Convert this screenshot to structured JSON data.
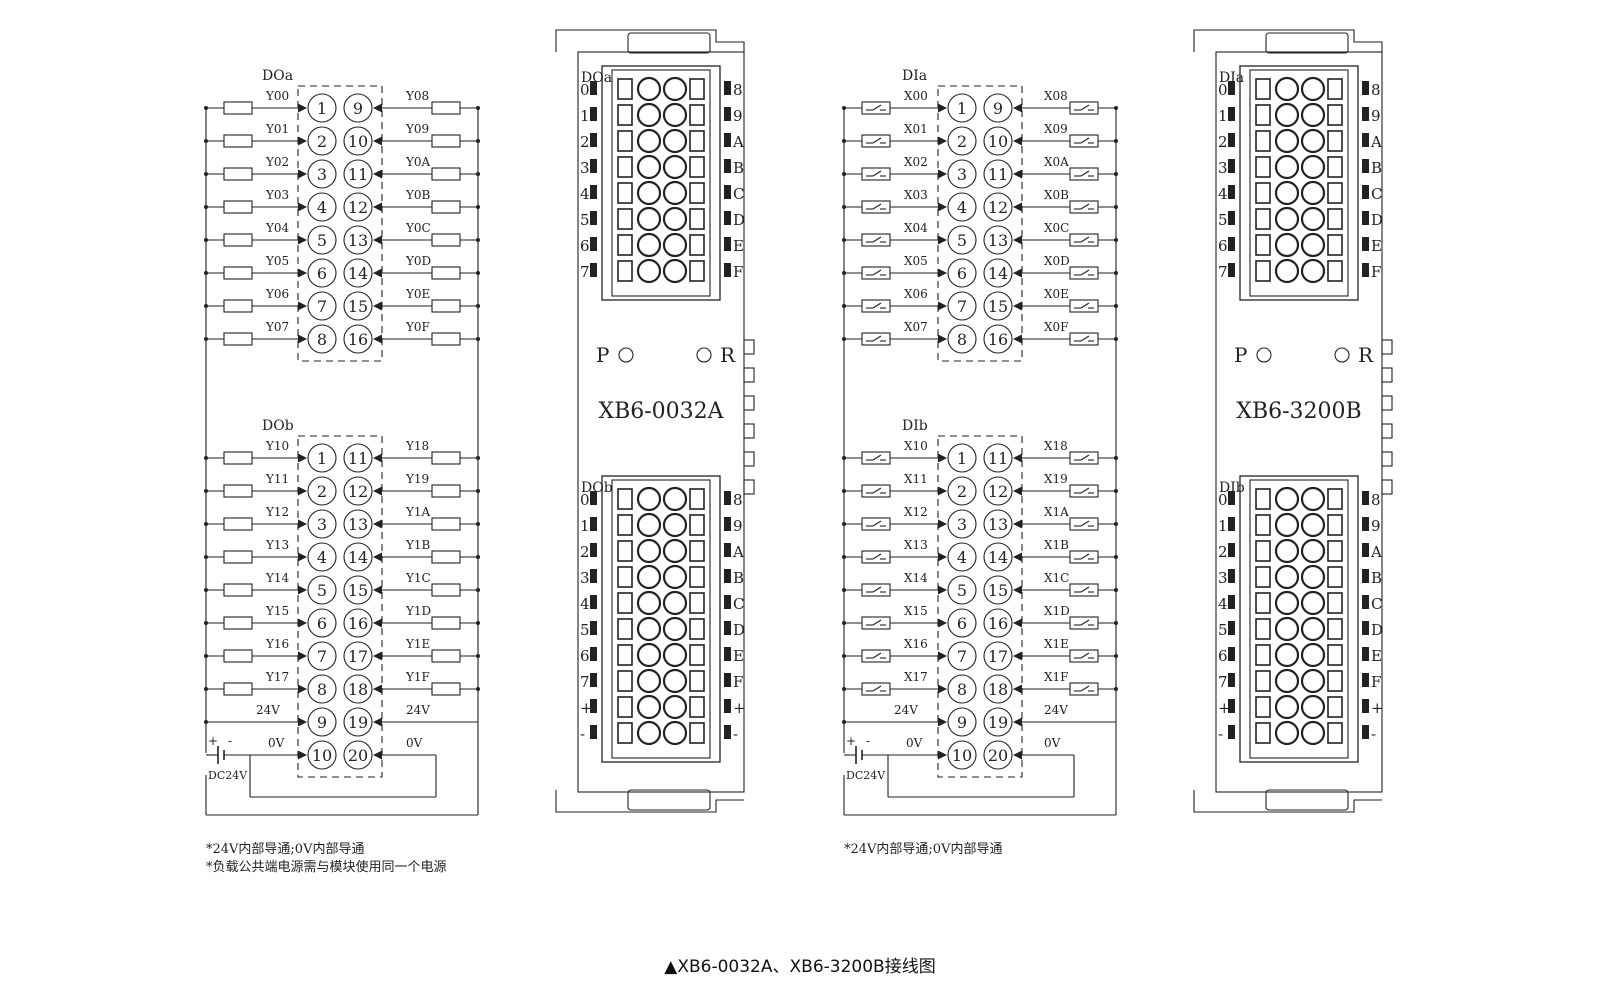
{
  "caption": "▲XB6-0032A、XB6-3200B接线图",
  "do_diagram": {
    "group_a": {
      "label": "DOa",
      "left_pins": [
        "1",
        "2",
        "3",
        "4",
        "5",
        "6",
        "7",
        "8"
      ],
      "right_pins": [
        "9",
        "10",
        "11",
        "12",
        "13",
        "14",
        "15",
        "16"
      ],
      "left_signals": [
        "Y00",
        "Y01",
        "Y02",
        "Y03",
        "Y04",
        "Y05",
        "Y06",
        "Y07"
      ],
      "right_signals": [
        "Y08",
        "Y09",
        "Y0A",
        "Y0B",
        "Y0C",
        "Y0D",
        "Y0E",
        "Y0F"
      ]
    },
    "group_b": {
      "label": "DOb",
      "left_pins": [
        "1",
        "2",
        "3",
        "4",
        "5",
        "6",
        "7",
        "8",
        "9",
        "10"
      ],
      "right_pins": [
        "11",
        "12",
        "13",
        "14",
        "15",
        "16",
        "17",
        "18",
        "19",
        "20"
      ],
      "left_signals": [
        "Y10",
        "Y11",
        "Y12",
        "Y13",
        "Y14",
        "Y15",
        "Y16",
        "Y17",
        "24V",
        "0V"
      ],
      "right_signals": [
        "Y18",
        "Y19",
        "Y1A",
        "Y1B",
        "Y1C",
        "Y1D",
        "Y1E",
        "Y1F",
        "24V",
        "0V"
      ]
    },
    "battery_polarity": [
      "+",
      "-"
    ],
    "supply_label": "DC24V",
    "notes": [
      "*24V内部导通;0V内部导通",
      "*负载公共端电源需与模块使用同一个电源"
    ]
  },
  "di_diagram": {
    "group_a": {
      "label": "DIa",
      "left_pins": [
        "1",
        "2",
        "3",
        "4",
        "5",
        "6",
        "7",
        "8"
      ],
      "right_pins": [
        "9",
        "10",
        "11",
        "12",
        "13",
        "14",
        "15",
        "16"
      ],
      "left_signals": [
        "X00",
        "X01",
        "X02",
        "X03",
        "X04",
        "X05",
        "X06",
        "X07"
      ],
      "right_signals": [
        "X08",
        "X09",
        "X0A",
        "X0B",
        "X0C",
        "X0D",
        "X0E",
        "X0F"
      ]
    },
    "group_b": {
      "label": "DIb",
      "left_pins": [
        "1",
        "2",
        "3",
        "4",
        "5",
        "6",
        "7",
        "8",
        "9",
        "10"
      ],
      "right_pins": [
        "11",
        "12",
        "13",
        "14",
        "15",
        "16",
        "17",
        "18",
        "19",
        "20"
      ],
      "left_signals": [
        "X10",
        "X11",
        "X12",
        "X13",
        "X14",
        "X15",
        "X16",
        "X17",
        "24V",
        "0V"
      ],
      "right_signals": [
        "X18",
        "X19",
        "X1A",
        "X1B",
        "X1C",
        "X1D",
        "X1E",
        "X1F",
        "24V",
        "0V"
      ]
    },
    "battery_polarity": [
      "+",
      "-"
    ],
    "supply_label": "DC24V",
    "notes": [
      "*24V内部导通;0V内部导通"
    ]
  },
  "module_a": {
    "model": "XB6-0032A",
    "top_label": "DOa",
    "bottom_label": "DOb",
    "indicator_left": "P",
    "indicator_right": "R",
    "top_left_channels": [
      "0",
      "1",
      "2",
      "3",
      "4",
      "5",
      "6",
      "7"
    ],
    "top_right_channels": [
      "8",
      "9",
      "A",
      "B",
      "C",
      "D",
      "E",
      "F"
    ],
    "bottom_left_channels": [
      "0",
      "1",
      "2",
      "3",
      "4",
      "5",
      "6",
      "7",
      "+",
      "-"
    ],
    "bottom_right_channels": [
      "8",
      "9",
      "A",
      "B",
      "C",
      "D",
      "E",
      "F",
      "+",
      "-"
    ]
  },
  "module_b": {
    "model": "XB6-3200B",
    "top_label": "DIa",
    "bottom_label": "DIb",
    "indicator_left": "P",
    "indicator_right": "R",
    "top_left_channels": [
      "0",
      "1",
      "2",
      "3",
      "4",
      "5",
      "6",
      "7"
    ],
    "top_right_channels": [
      "8",
      "9",
      "A",
      "B",
      "C",
      "D",
      "E",
      "F"
    ],
    "bottom_left_channels": [
      "0",
      "1",
      "2",
      "3",
      "4",
      "5",
      "6",
      "7",
      "+",
      "-"
    ],
    "bottom_right_channels": [
      "8",
      "9",
      "A",
      "B",
      "C",
      "D",
      "E",
      "F",
      "+",
      "-"
    ]
  }
}
